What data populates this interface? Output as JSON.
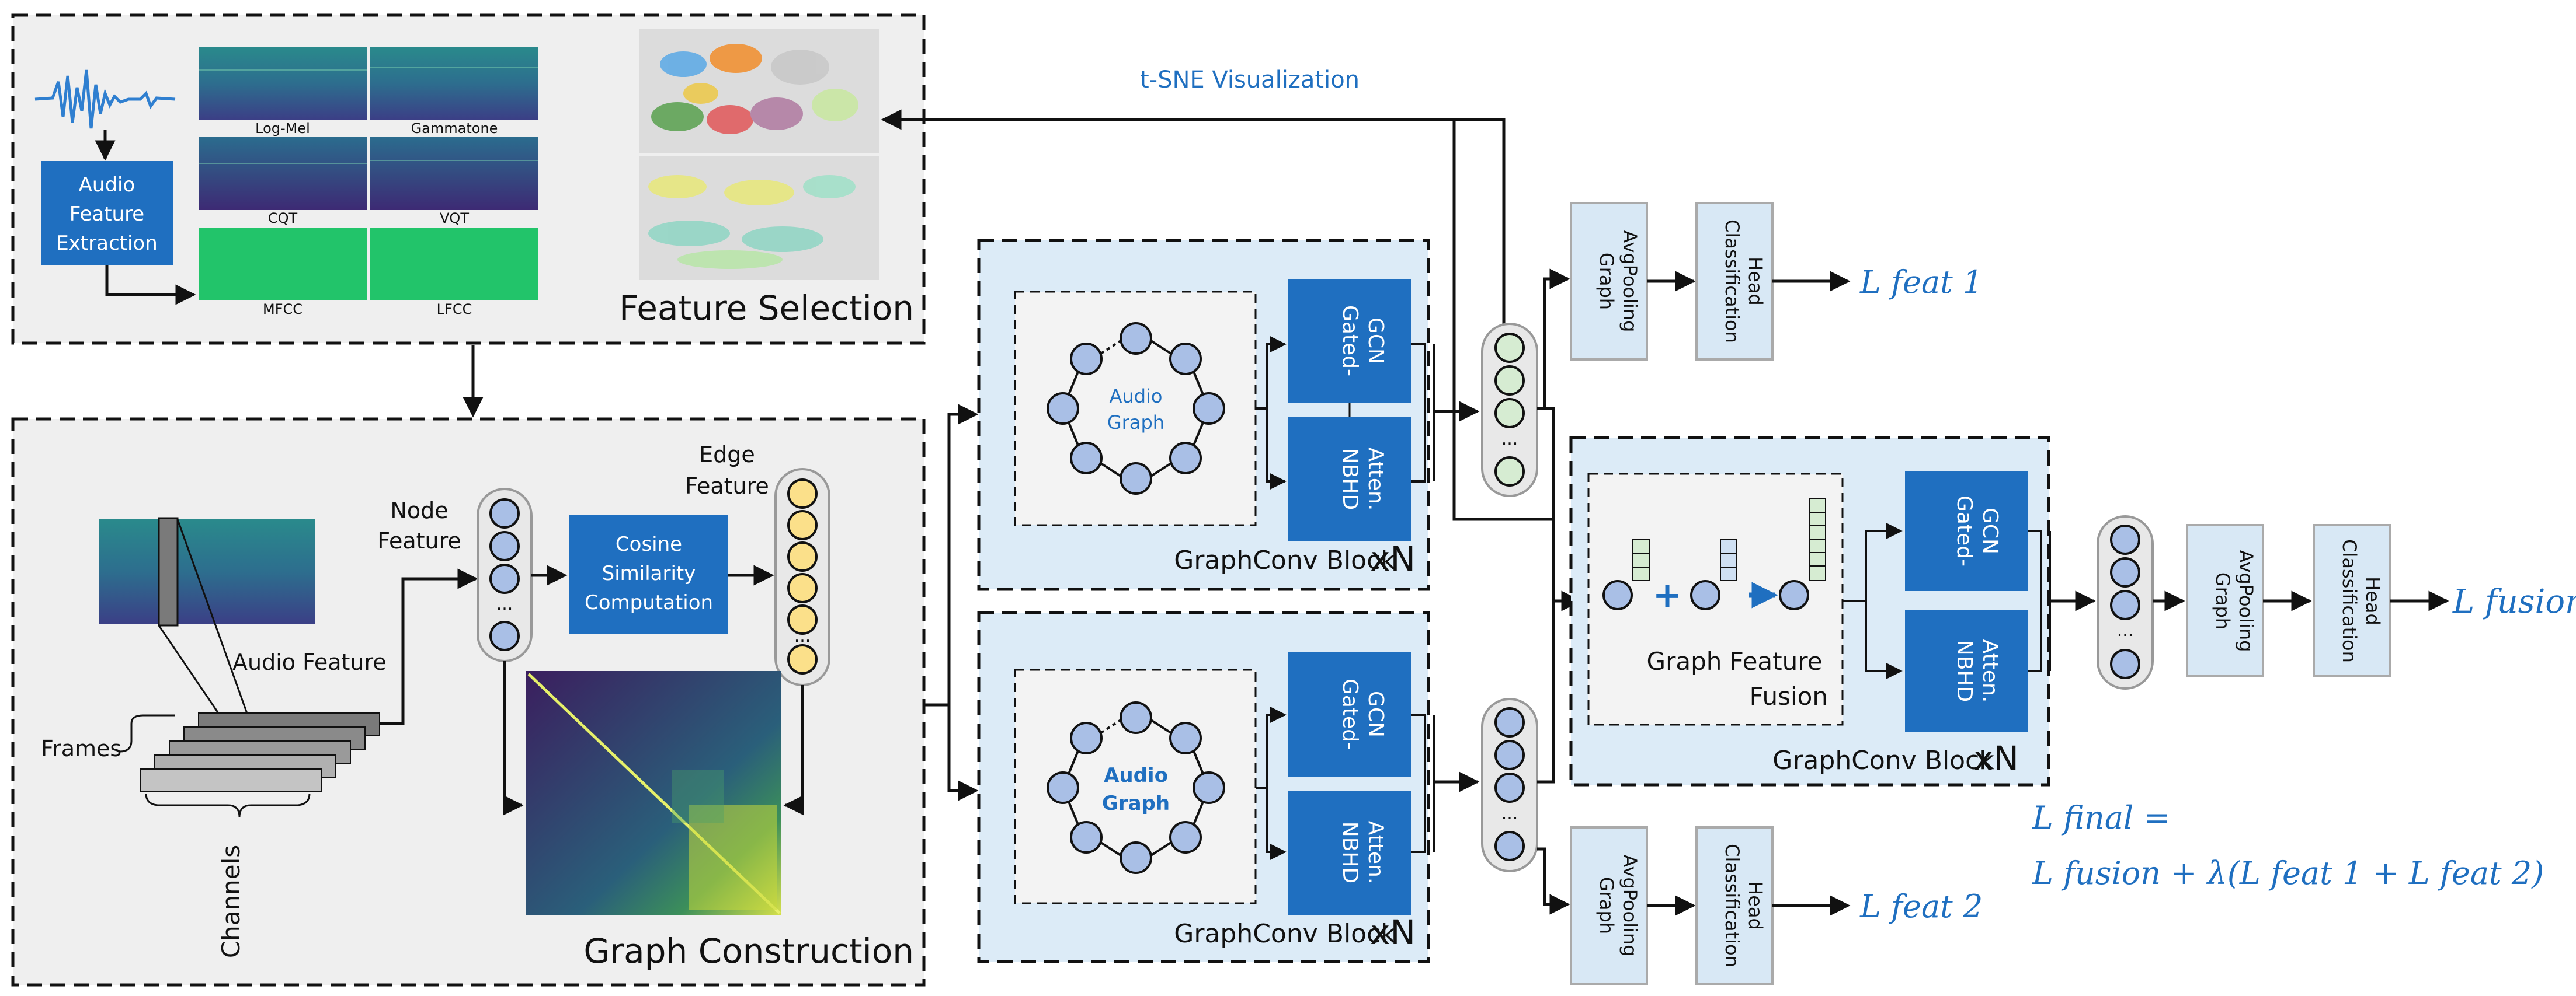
{
  "feature_selection": {
    "title": "Feature Selection",
    "extraction_box": [
      "Audio",
      "Feature",
      "Extraction"
    ],
    "spectrograms": [
      "Log-Mel",
      "Gammatone",
      "CQT",
      "VQT",
      "MFCC",
      "LFCC"
    ],
    "tsne_label": "t-SNE Visualization"
  },
  "graph_construction": {
    "title": "Graph Construction",
    "node_feature": [
      "Node",
      "Feature"
    ],
    "edge_feature": [
      "Edge",
      "Feature"
    ],
    "cosine_box": [
      "Cosine",
      "Similarity",
      "Computation"
    ],
    "audio_feature": "Audio Feature",
    "frames": "Frames",
    "channels": "Channels",
    "ellipsis": "..."
  },
  "graphconv_block": {
    "title": "GraphConv Block",
    "repeat": "xN",
    "audio_graph": [
      "Audio",
      "Graph"
    ],
    "gated_gcn": [
      "Gated-",
      "GCN"
    ],
    "nbhd_atten": [
      "NBHD",
      "Atten."
    ]
  },
  "fusion_block": {
    "feature_fusion": [
      "Graph Feature",
      "Fusion"
    ]
  },
  "heads": {
    "pooling": [
      "Graph",
      "AvgPooling"
    ],
    "classification": [
      "Classification",
      "Head"
    ]
  },
  "losses": {
    "feat1": "L feat 1",
    "feat2": "L feat 2",
    "fusion": "L fusion",
    "final_line1": "L final =",
    "final_line2": "L fusion + λ(L feat 1 + L feat 2)"
  },
  "colors": {
    "accent_blue": "#1f6fc0",
    "node_fill": "#a9bfe6",
    "edge_node_fill": "#fbe08a",
    "panel_blue": "#dcebf7",
    "panel_gray": "#efefef"
  }
}
